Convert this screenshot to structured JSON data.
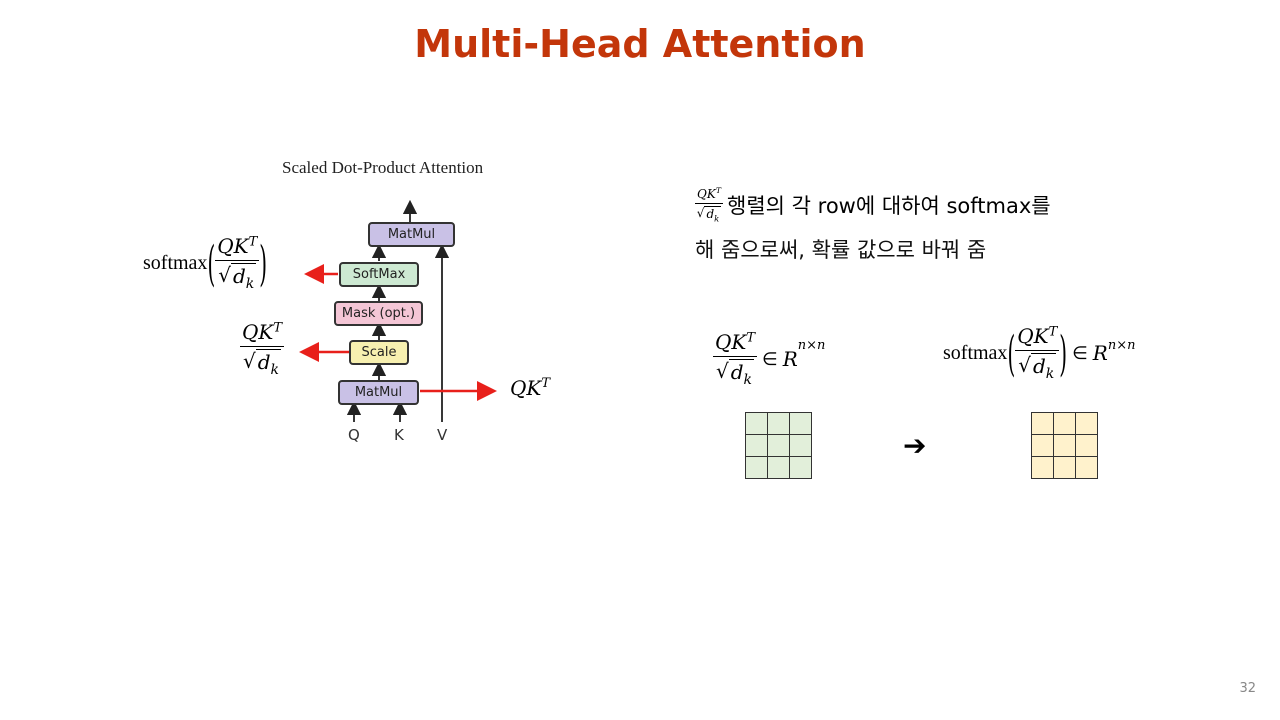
{
  "slide": {
    "title": "Multi-Head Attention",
    "page_number": "32"
  },
  "diagram": {
    "title": "Scaled Dot-Product Attention",
    "blocks": {
      "matmul_top": "MatMul",
      "softmax": "SoftMax",
      "mask": "Mask (opt.)",
      "scale": "Scale",
      "matmul_bottom": "MatMul"
    },
    "inputs": [
      "Q",
      "K",
      "V"
    ],
    "colors": {
      "matmul": "#c9c1e6",
      "softmax": "#cde9d2",
      "mask": "#f4c6d6",
      "scale": "#f7f0b0",
      "arrow_red": "#e8201b"
    }
  },
  "annotations": {
    "softmax_label": "softmax",
    "qk": "QK",
    "transpose": "T",
    "d": "d",
    "k_sub": "k"
  },
  "explanation": {
    "line1_suffix": "행렬의 각 row에 대하여 softmax를",
    "line2": "해 줌으로써, 확률 값으로 바꿔 줌"
  },
  "matrices": {
    "left_in": "∈",
    "left_R": "R",
    "dim": "n×n",
    "right_label": "softmax",
    "arrow": "➔",
    "left_fill": "#e2efda",
    "right_fill": "#fff2cc"
  }
}
